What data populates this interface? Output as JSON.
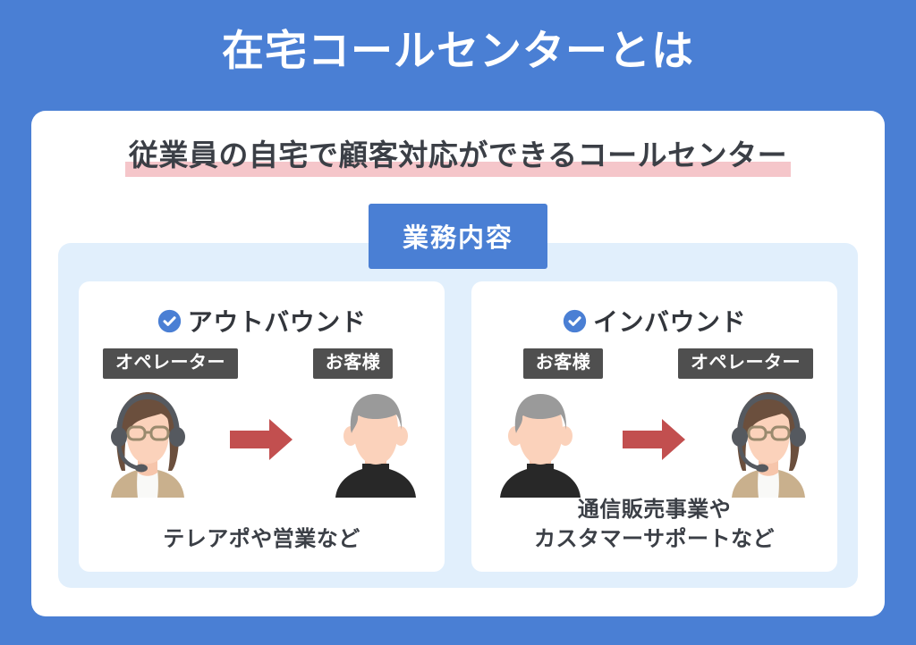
{
  "title": "在宅コールセンターとは",
  "subtitle": "従業員の自宅で顧客対応ができるコールセンター",
  "section_badge": "業務内容",
  "colors": {
    "background_blue": "#4a7fd4",
    "panel_white": "#ffffff",
    "inner_panel_blue": "#e1effc",
    "highlight_pink": "#f5c6ca",
    "badge_gray": "#4f4f4f",
    "arrow_red": "#c24f4f",
    "text_dark": "#3b3f46"
  },
  "cards": [
    {
      "heading": "アウトバウンド",
      "heading_icon": "check-circle-icon",
      "left_role": "オペレーター",
      "right_role": "お客様",
      "left_avatar": "operator-headset-woman-avatar",
      "right_avatar": "customer-older-man-avatar",
      "arrow": "right-arrow-icon",
      "caption_line1": "テレアポや営業など",
      "caption_line2": ""
    },
    {
      "heading": "インバウンド",
      "heading_icon": "check-circle-icon",
      "left_role": "お客様",
      "right_role": "オペレーター",
      "left_avatar": "customer-older-man-avatar",
      "right_avatar": "operator-headset-woman-avatar",
      "arrow": "right-arrow-icon",
      "caption_line1": "通信販売事業や",
      "caption_line2": "カスタマーサポートなど"
    }
  ]
}
